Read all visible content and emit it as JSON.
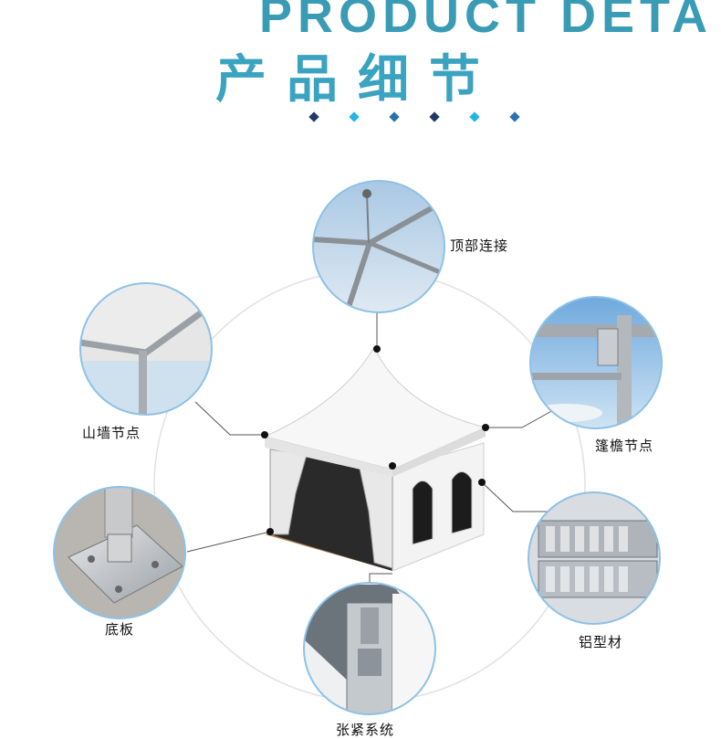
{
  "header": {
    "title_en": "PRODUCT DETA",
    "title_cn": "产品细节"
  },
  "colors": {
    "title_en": "#3a9bb5",
    "title_cn": "#3aa3c0",
    "diamond_dark": "#1f3a66",
    "diamond_light": "#22b5e8",
    "diamond_mid": "#2a6fb0"
  },
  "details": [
    {
      "id": "top",
      "label": "顶部连接"
    },
    {
      "id": "gable",
      "label": "山墙节点"
    },
    {
      "id": "eave",
      "label": "篷檐节点"
    },
    {
      "id": "base",
      "label": "底板"
    },
    {
      "id": "aluminum",
      "label": "铝型材"
    },
    {
      "id": "tension",
      "label": "张紧系统"
    }
  ]
}
